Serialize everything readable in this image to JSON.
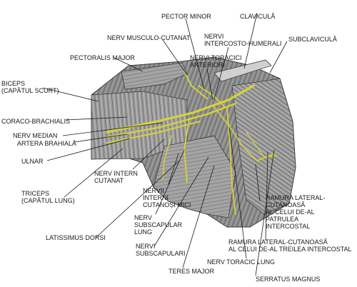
{
  "colors": {
    "nerve": "#d6d23a",
    "tissue_dark": "#4a4a4a",
    "tissue_mid": "#8c8c8c",
    "tissue_light": "#c6c6c6",
    "leader": "#1a1a1a",
    "text": "#1a1a1a"
  },
  "labels": {
    "pector_minor": "PECTOR MINOR",
    "clavicula": "CLAVICULĂ",
    "nerv_musculo_cutanat": "NERV MUSCULO-CUTANAT",
    "nervi_intercosto_humerali": "NERVI\nINTERCOSTO-HUMERALI",
    "subclavicula": "SUBCLAVICULĂ",
    "pectoralis_major": "PECTORALIS MAJOR",
    "nervi_toracici_anteriori": "NERVI TORACICI\nANTERIORI",
    "biceps": "BICEPS\n(CAPĂTUL SCURT)",
    "coraco_brachialis": "CORACO-BRACHIALIS",
    "nerv_median": "NERV MEDIAN",
    "artera_brahiala": "ARTERA BRAHIALĂ",
    "ulnar": "ULNAR",
    "nerv_intern_cutanat": "NERV INTERN\nCUTANAT",
    "nervii_interni_cutanosi_mici": "NERVII\nINTERNI\nCUTANOȘI MICI",
    "triceps": "TRICEPS\n(CAPĂTUL LUNG)",
    "nerv_subscapular_lung": "NERV\nSUBSCAPULAR\nLUNG",
    "latissimus_dorsi": "LATISSIMUS DORSI",
    "nervi_subscapulari": "NERVI\nSUBSCAPULARI",
    "ramura_lateral_cutanoasa_patrulea": "RAMURA LATERAL-\nCUTANOASĂ\nAL CELUI DE-AL\nPATRULEA\nINTERCOSTAL",
    "ramura_lateral_cutanoasa_treilea": "RAMURA LATERAL-CUTANOASĂ\nAL CELUI DE-AL TREILEA INTERCOSTAL",
    "teres_major": "TERES MAJOR",
    "nerv_toracic_lung": "NERV TORACIC LUNG",
    "serratus_magnus": "SERRATUS MAGNUS"
  }
}
